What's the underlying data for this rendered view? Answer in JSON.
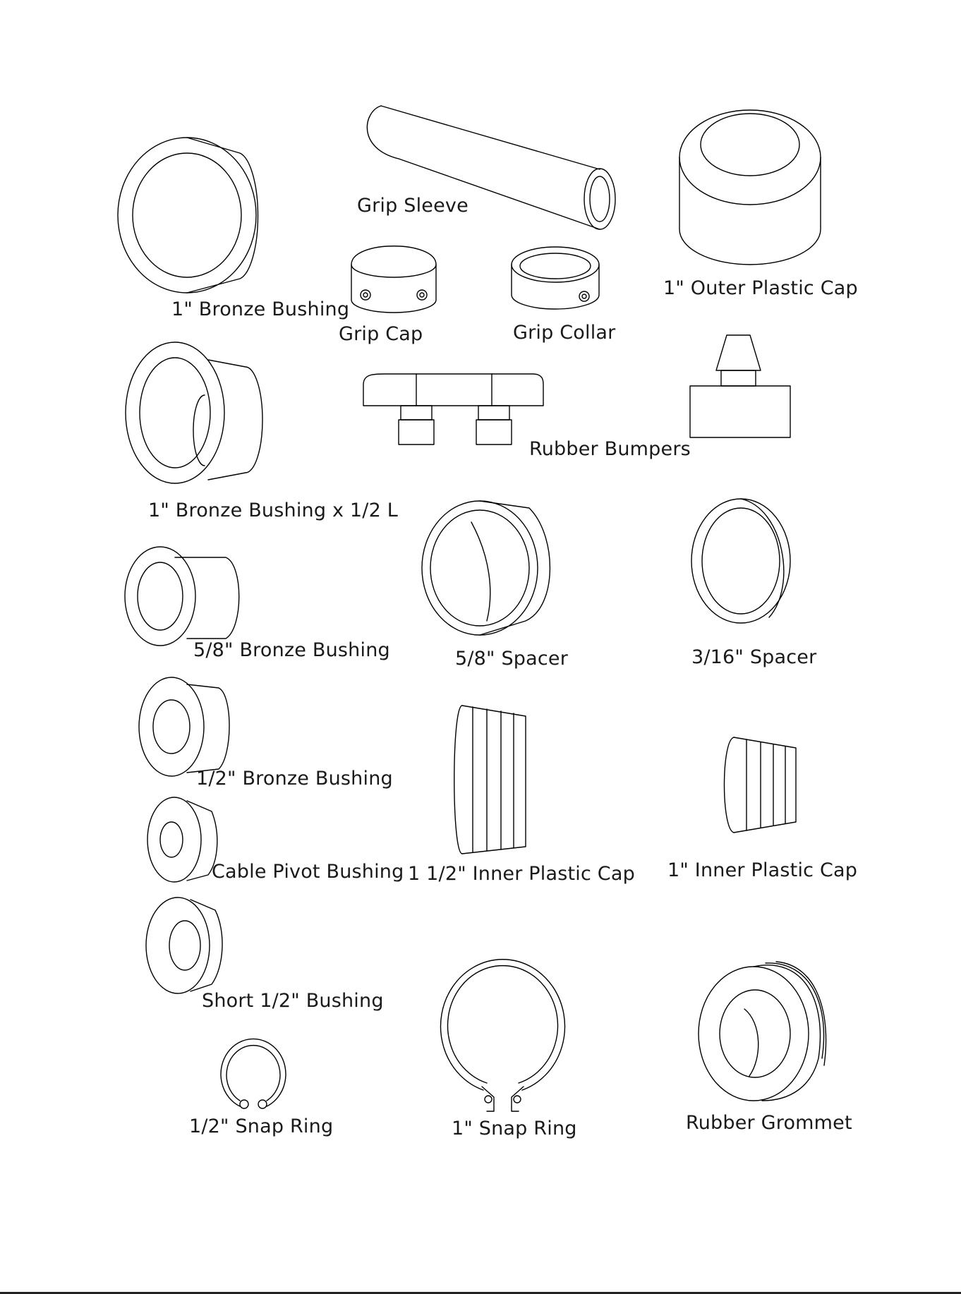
{
  "parts": {
    "grip_sleeve": "Grip Sleeve",
    "outer_plastic_cap": "1\" Outer Plastic Cap",
    "bronze_bushing_1in": "1\" Bronze Bushing",
    "grip_cap": "Grip Cap",
    "grip_collar": "Grip Collar",
    "rubber_bumpers": "Rubber Bumpers",
    "bronze_bushing_1in_half_l": "1\" Bronze Bushing x 1/2 L",
    "bronze_bushing_5_8": "5/8\" Bronze Bushing",
    "spacer_5_8": "5/8\" Spacer",
    "spacer_3_16": "3/16\" Spacer",
    "bronze_bushing_1_2": "1/2\" Bronze Bushing",
    "cable_pivot_bushing": "Cable Pivot Bushing",
    "inner_plastic_cap_1_5": "1 1/2\" Inner Plastic Cap",
    "inner_plastic_cap_1": "1\" Inner Plastic Cap",
    "short_bushing_1_2": "Short 1/2\" Bushing",
    "snap_ring_1_2": "1/2\" Snap Ring",
    "snap_ring_1": "1\" Snap Ring",
    "rubber_grommet": "Rubber Grommet"
  }
}
